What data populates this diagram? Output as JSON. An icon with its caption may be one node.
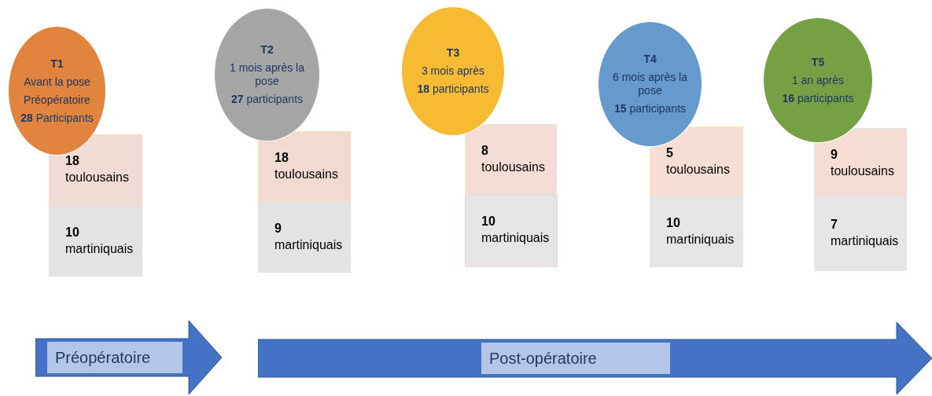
{
  "diagram": {
    "nodes": [
      {
        "text": [
          "T1",
          "Avant la pose",
          "Préopératoire",
          "**28** Participants"
        ]
      },
      {
        "text": [
          "**18** toulousains"
        ]
      },
      {
        "text": [
          "**10** martiniquais"
        ]
      },
      {
        "text": [
          "T2",
          "1 mois après la pose",
          "**27** participants"
        ]
      },
      {
        "text": [
          "**18** toulousains"
        ]
      },
      {
        "text": [
          "**9** martiniquais"
        ]
      },
      {
        "text": [
          "T3",
          "3 mois après",
          "**18** participants"
        ]
      },
      {
        "text": [
          "**8** toulousains"
        ]
      },
      {
        "text": [
          "**10** martiniquais"
        ]
      },
      {
        "text": [
          "T4",
          "6 mois après la pose",
          "**15** participants"
        ]
      },
      {
        "text": [
          "**5** toulousains"
        ]
      },
      {
        "text": [
          "**10** martiniquais"
        ]
      },
      {
        "text": [
          "T5",
          "1 an après",
          "**16** participants"
        ]
      },
      {
        "text": [
          "**9** toulousains"
        ]
      },
      {
        "text": [
          "**7** martiniquais"
        ]
      },
      {
        "text": [
          "Préopératoire"
        ]
      },
      {
        "text": [
          "Post-opératoire"
        ]
      }
    ],
    "edges": []
  }
}
